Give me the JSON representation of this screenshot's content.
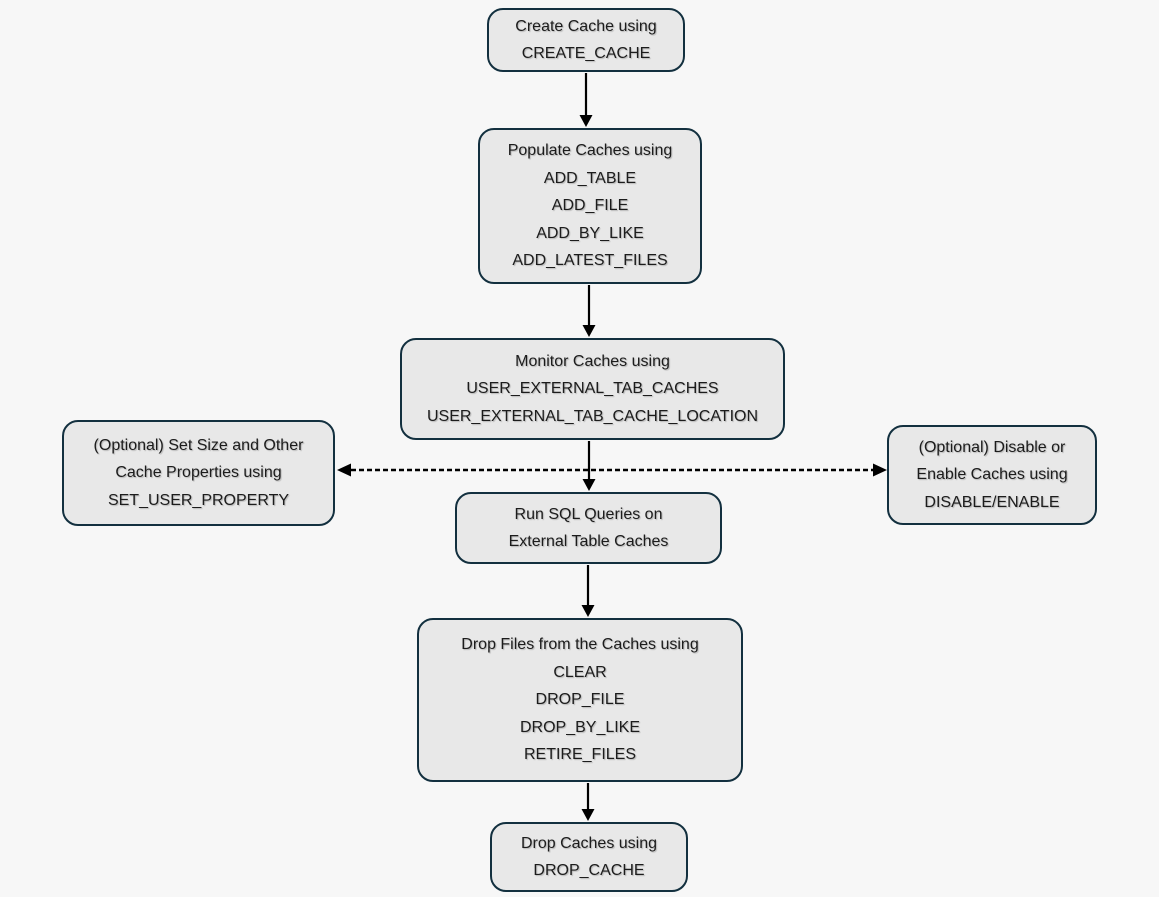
{
  "diagram": {
    "colors": {
      "background": "#f7f7f7",
      "node_fill": "#e8e8e8",
      "node_border": "#13303f",
      "arrow": "#000000",
      "text": "#1c1c1c"
    },
    "nodes": {
      "create_cache": {
        "lines": [
          "Create Cache using",
          "CREATE_CACHE"
        ]
      },
      "populate_caches": {
        "lines": [
          "Populate Caches using",
          "ADD_TABLE",
          "ADD_FILE",
          "ADD_BY_LIKE",
          "ADD_LATEST_FILES"
        ]
      },
      "monitor_caches": {
        "lines": [
          "Monitor Caches using",
          "USER_EXTERNAL_TAB_CACHES",
          "USER_EXTERNAL_TAB_CACHE_LOCATION"
        ]
      },
      "set_properties": {
        "lines": [
          "(Optional) Set Size and Other",
          "Cache Properties using",
          "SET_USER_PROPERTY"
        ]
      },
      "disable_enable": {
        "lines": [
          "(Optional) Disable or",
          "Enable Caches using",
          "DISABLE/ENABLE"
        ]
      },
      "run_queries": {
        "lines": [
          "Run SQL Queries on",
          "External Table Caches"
        ]
      },
      "drop_files": {
        "lines": [
          "Drop Files from the Caches using",
          "CLEAR",
          "DROP_FILE",
          "DROP_BY_LIKE",
          "RETIRE_FILES"
        ]
      },
      "drop_caches": {
        "lines": [
          "Drop Caches using",
          "DROP_CACHE"
        ]
      }
    }
  }
}
